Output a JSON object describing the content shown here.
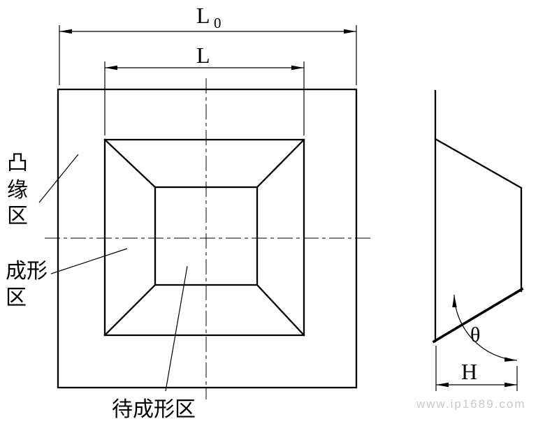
{
  "drawing": {
    "plan": {
      "dim_L0": {
        "letter": "L",
        "subscript": "0"
      },
      "dim_L": {
        "letter": "L"
      },
      "flange_label": {
        "char1": "凸",
        "char2": "缘",
        "char3": "区"
      },
      "forming_label": {
        "line1": "成形",
        "line2": "区"
      },
      "preform_label": "待成形区"
    },
    "side": {
      "angle_label": "θ",
      "height_label": "H"
    },
    "watermark": "www.ip1689.com",
    "colors": {
      "ink": "#000000",
      "watermark": "#c9c9c9"
    }
  }
}
